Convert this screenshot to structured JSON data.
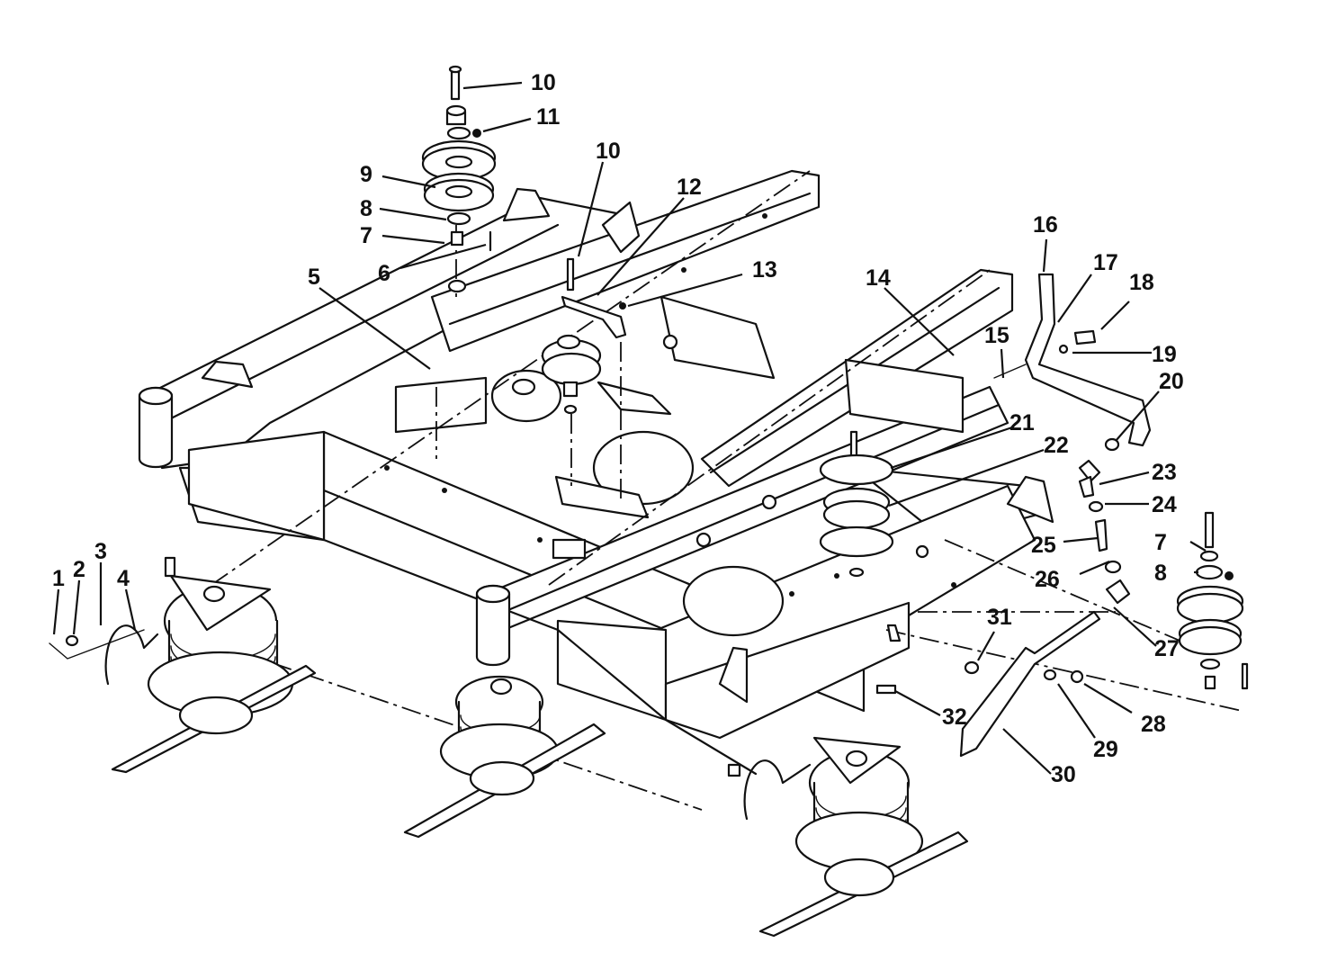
{
  "callouts": [
    "1",
    "2",
    "3",
    "4",
    "5",
    "6",
    "7",
    "8",
    "9",
    "10",
    "10",
    "11",
    "12",
    "13",
    "14",
    "15",
    "16",
    "17",
    "18",
    "19",
    "20",
    "21",
    "22",
    "23",
    "24",
    "25",
    "26",
    "27",
    "28",
    "29",
    "30",
    "31",
    "32",
    "7",
    "8"
  ]
}
